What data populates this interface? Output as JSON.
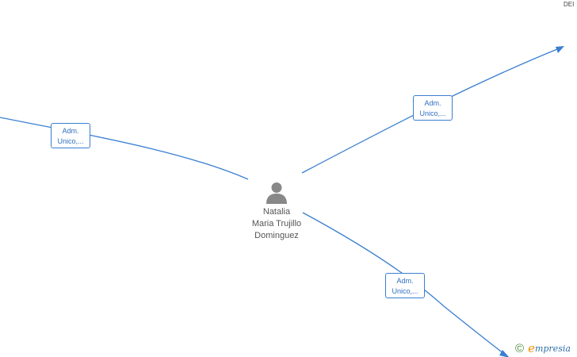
{
  "corner_label": "DEI",
  "person": {
    "icon": "person-icon",
    "name_lines": [
      "Natalia",
      "Maria Trujillo",
      "Dominguez"
    ]
  },
  "edges": [
    {
      "id": "left",
      "label_lines": [
        "Adm.",
        "Unico,..."
      ]
    },
    {
      "id": "upper-right",
      "label_lines": [
        "Adm.",
        "Unico,..."
      ]
    },
    {
      "id": "lower-right",
      "label_lines": [
        "Adm.",
        "Unico,..."
      ]
    }
  ],
  "brand": {
    "symbol": "©",
    "initial": "e",
    "rest": "mpresia"
  },
  "colors": {
    "edge": "#3a7fd0",
    "node_text": "#555555",
    "brand_orange": "#f29100",
    "brand_blue": "#2f6fa6"
  }
}
